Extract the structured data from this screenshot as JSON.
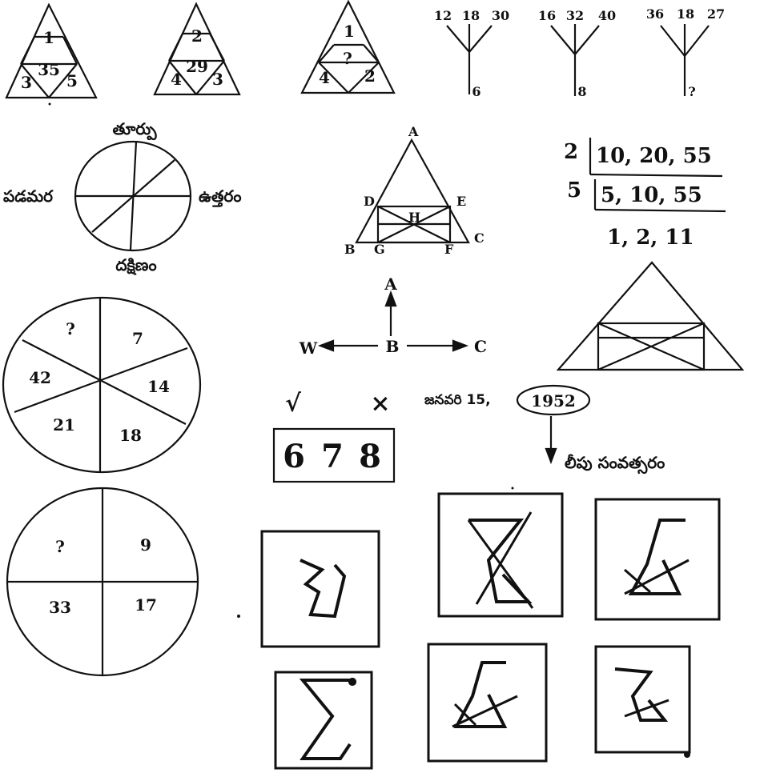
{
  "triangles_puzzle": {
    "tri1": {
      "top": "1",
      "center": "35",
      "left": "3",
      "right": "5"
    },
    "tri2": {
      "top": "2",
      "center": "29",
      "left": "4",
      "right": "3"
    },
    "tri3": {
      "top": "1",
      "center": "?",
      "left": "4",
      "right": "2"
    }
  },
  "branch_puzzle": [
    {
      "a": "12",
      "b": "18",
      "c": "30",
      "stem": "6"
    },
    {
      "a": "16",
      "b": "32",
      "c": "40",
      "stem": "8"
    },
    {
      "a": "36",
      "b": "18",
      "c": "27",
      "stem": "?"
    }
  ],
  "compass_circle": {
    "north": "తూర్పు",
    "west": "పడమర",
    "east": "ఉత్తరం",
    "south": "దక్షిణం"
  },
  "triangle_figure": {
    "A": "A",
    "B": "B",
    "C": "C",
    "D": "D",
    "E": "E",
    "F": "F",
    "G": "G",
    "H": "H"
  },
  "division": {
    "row1_divisor": "2",
    "row1_values": "10, 20, 55",
    "row2_divisor": "5",
    "row2_values": "5, 10, 55",
    "result": "1, 2,  11"
  },
  "six_pie": {
    "s1": "?",
    "s2": "7",
    "s3": "14",
    "s4": "18",
    "s5": "21",
    "s6": "42"
  },
  "direction_arrows": {
    "up": "A",
    "center": "B",
    "left": "W",
    "right": "C"
  },
  "answer_box": {
    "tick": "√",
    "cross": "×",
    "d1": "6",
    "d2": "7",
    "d3": "8"
  },
  "date_note": {
    "prefix": "జనవరి 15,",
    "year": "1952",
    "label": "లీపు సంవత్సరం"
  },
  "four_pie": {
    "q1": "?",
    "q2": "9",
    "q3": "33",
    "q4": "17"
  },
  "colors": {
    "ink": "#111111",
    "paper": "#ffffff"
  }
}
